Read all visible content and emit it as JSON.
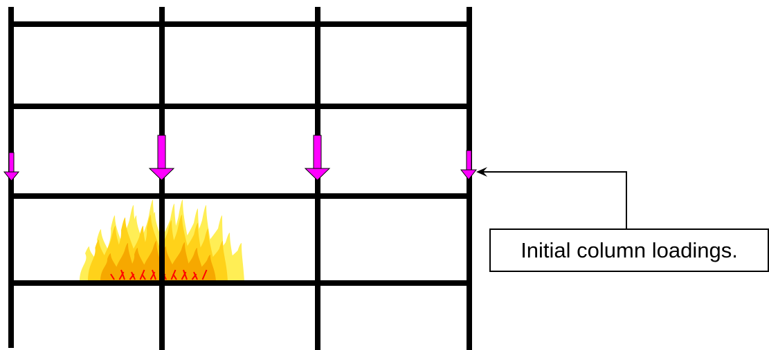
{
  "callout": {
    "label": "Initial column loadings."
  },
  "colors": {
    "frame": "#000000",
    "load_arrow": "#ff00ff",
    "fire_outer": "#ffd21a",
    "fire_inner": "#f6a800",
    "fire_hot": "#ff0000",
    "fire_tip": "#ffee55"
  },
  "frame": {
    "columns": 4,
    "floor_beams": 4,
    "column_line_count": 4,
    "load_arrows": 4
  },
  "icons": {
    "fire": "fire-icon",
    "arrow": "down-arrow-icon"
  }
}
